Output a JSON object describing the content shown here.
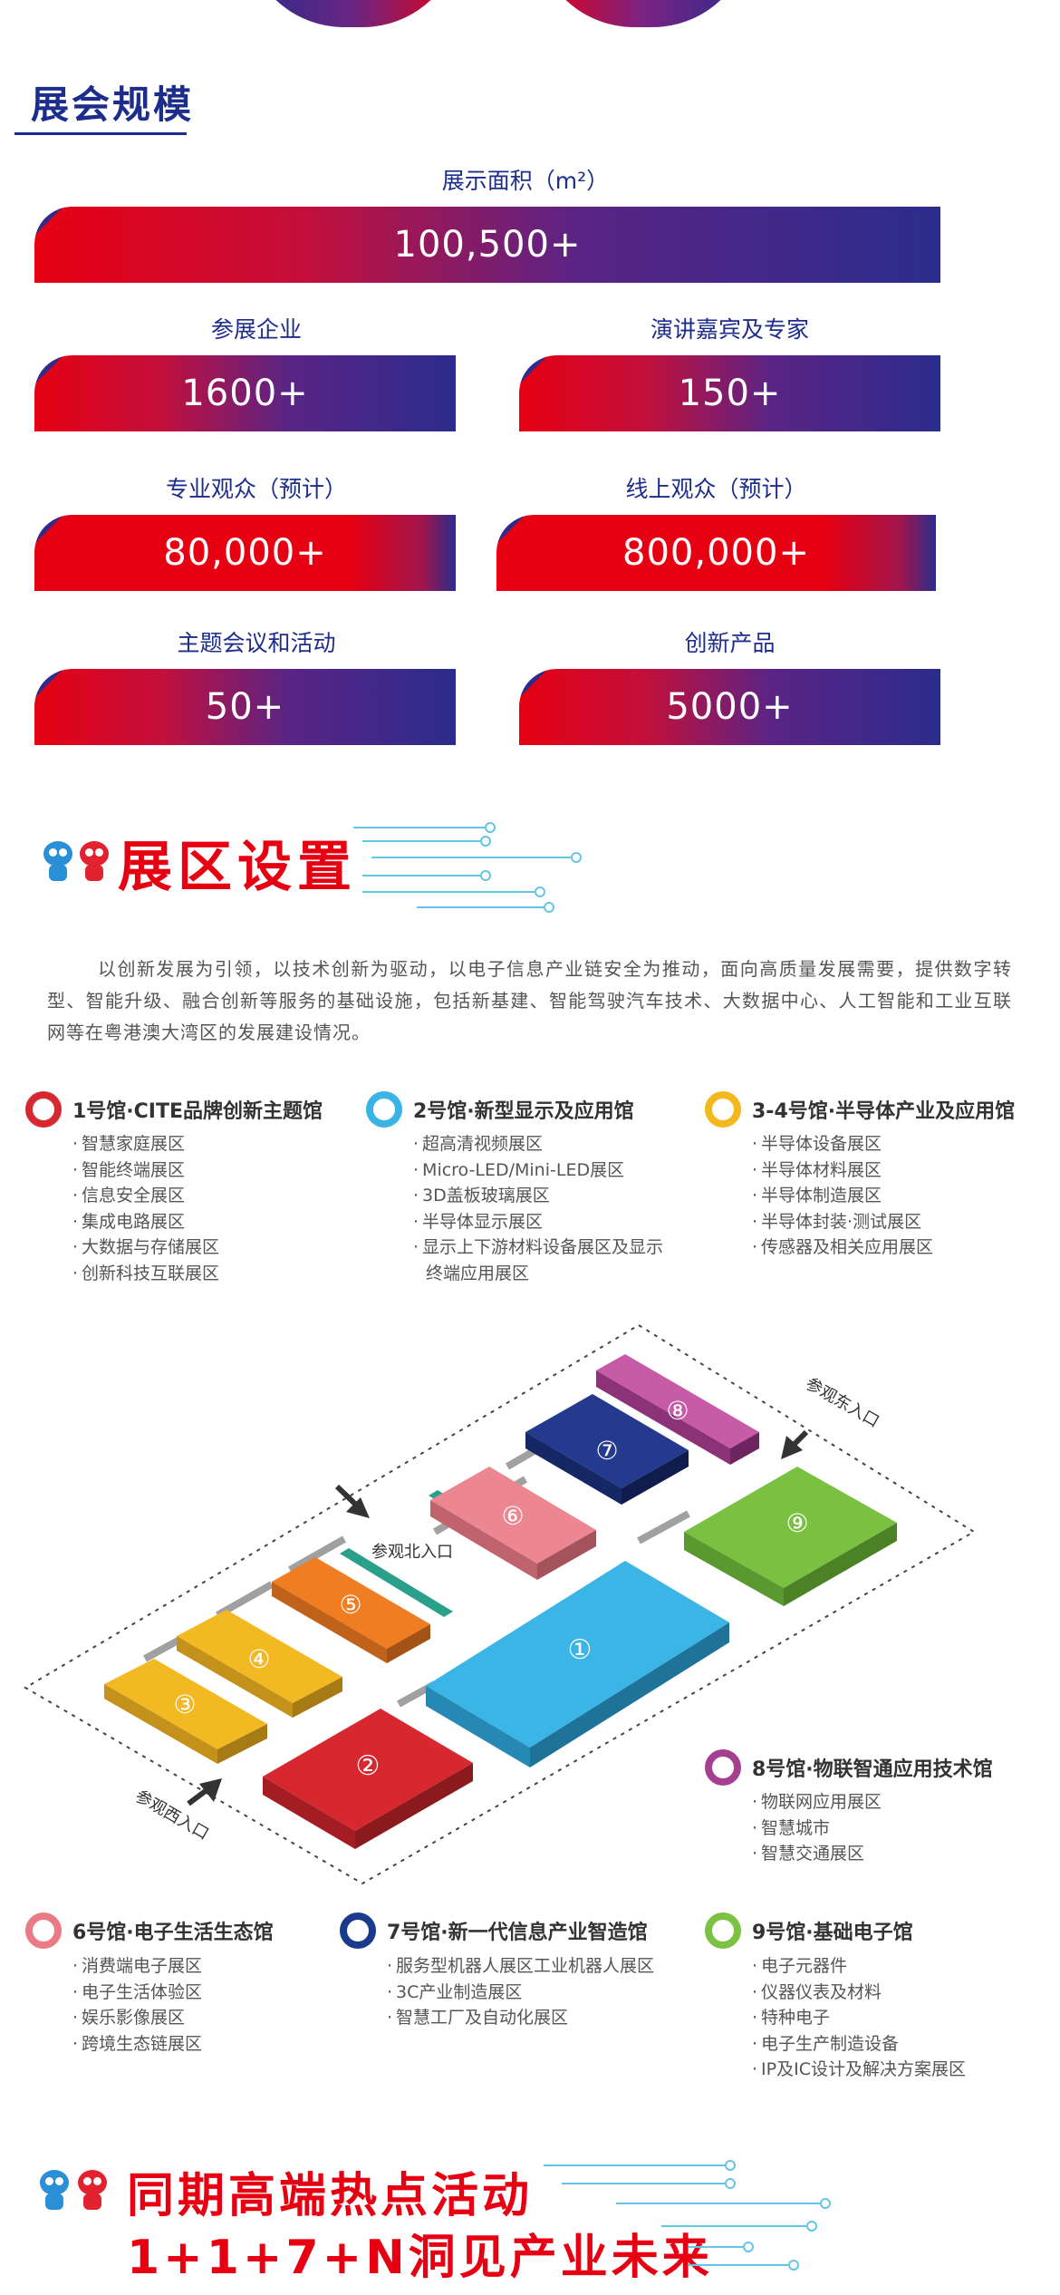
{
  "scale_section": {
    "title": "展会规模",
    "stats": [
      {
        "label": "展示面积（m²）",
        "value": "100,500+"
      },
      {
        "label": "参展企业",
        "value": "1600+"
      },
      {
        "label": "演讲嘉宾及专家",
        "value": "150+"
      },
      {
        "label": "专业观众（预计）",
        "value": "80,000+"
      },
      {
        "label": "线上观众（预计）",
        "value": "800,000+"
      },
      {
        "label": "主题会议和活动",
        "value": "50+"
      },
      {
        "label": "创新产品",
        "value": "5000+"
      }
    ]
  },
  "zone_section": {
    "title": "展区设置",
    "intro": "以创新发展为引领，以技术创新为驱动，以电子信息产业链安全为推动，面向高质量发展需要，提供数字转型、智能升级、融合创新等服务的基础设施，包括新基建、智能驾驶汽车技术、大数据中心、人工智能和工业互联网等在粤港澳大湾区的发展建设情况。"
  },
  "halls": [
    {
      "title": "1号馆·CITE品牌创新主题馆",
      "color": "#d7282f",
      "items": [
        "智慧家庭展区",
        "智能终端展区",
        "信息安全展区",
        "集成电路展区",
        "大数据与存储展区",
        "创新科技互联展区"
      ]
    },
    {
      "title": "2号馆·新型显示及应用馆",
      "color": "#3ab4e4",
      "items": [
        "超高清视频展区",
        "Micro-LED/Mini-LED展区",
        "3D盖板玻璃展区",
        "半导体显示展区",
        "显示上下游材料设备展区及显示",
        "终端应用展区"
      ]
    },
    {
      "title": "3-4号馆·半导体产业及应用馆",
      "color": "#f2b81e",
      "items": [
        "半导体设备展区",
        "半导体材料展区",
        "半导体制造展区",
        "半导体封装·测试展区",
        "传感器及相关应用展区"
      ]
    },
    {
      "title": "8号馆·物联智通应用技术馆",
      "color": "#a4408f",
      "items": [
        "物联网应用展区",
        "智慧城市",
        "智慧交通展区"
      ]
    },
    {
      "title": "6号馆·电子生活生态馆",
      "color": "#ea7b86",
      "items": [
        "消费端电子展区",
        "电子生活体验区",
        "娱乐影像展区",
        "跨境生态链展区"
      ]
    },
    {
      "title": "7号馆·新一代信息产业智造馆",
      "color": "#1a3a8c",
      "items": [
        "服务型机器人展区工业机器人展区",
        "3C产业制造展区",
        "智慧工厂及自动化展区"
      ]
    },
    {
      "title": "9号馆·基础电子馆",
      "color": "#7cc242",
      "items": [
        "电子元器件",
        "仪器仪表及材料",
        "特种电子",
        "电子生产制造设备",
        "IP及IC设计及解决方案展区"
      ]
    }
  ],
  "map": {
    "hall_numbers": [
      "①",
      "②",
      "③",
      "④",
      "⑤",
      "⑥",
      "⑦",
      "⑧",
      "⑨"
    ],
    "entrances": [
      "参观东入口",
      "参观北入口",
      "参观西入口"
    ]
  },
  "events_section": {
    "title_line1": "同期高端热点活动",
    "title_line2": "1+1+7+N洞见产业未来"
  }
}
